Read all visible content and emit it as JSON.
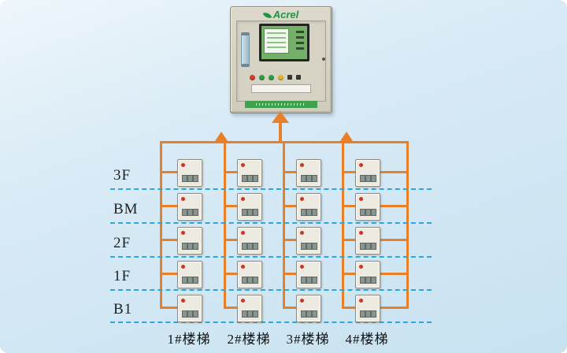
{
  "colors": {
    "background_top": "#eef6fb",
    "background_bottom": "#c8e2f1",
    "wire": "#e8802a",
    "floor_dash": "#29a8dd",
    "device_led": "#c9362a",
    "screen_green": "#74b06a",
    "brand_green": "#1e9640",
    "indicator_colors": [
      "#d23b2f",
      "#2f9e41",
      "#2f9e41",
      "#ddb62a",
      "#3a3a34",
      "#3a3a34"
    ]
  },
  "cabinet": {
    "brand": "Acrel"
  },
  "floors": [
    {
      "label": "3F"
    },
    {
      "label": "BM"
    },
    {
      "label": "2F"
    },
    {
      "label": "1F"
    },
    {
      "label": "B1"
    }
  ],
  "stairs": [
    {
      "label": "1#楼梯"
    },
    {
      "label": "2#楼梯"
    },
    {
      "label": "3#楼梯"
    },
    {
      "label": "4#楼梯"
    }
  ],
  "grid": {
    "rows": 5,
    "columns": 4,
    "devices_total": 20
  }
}
